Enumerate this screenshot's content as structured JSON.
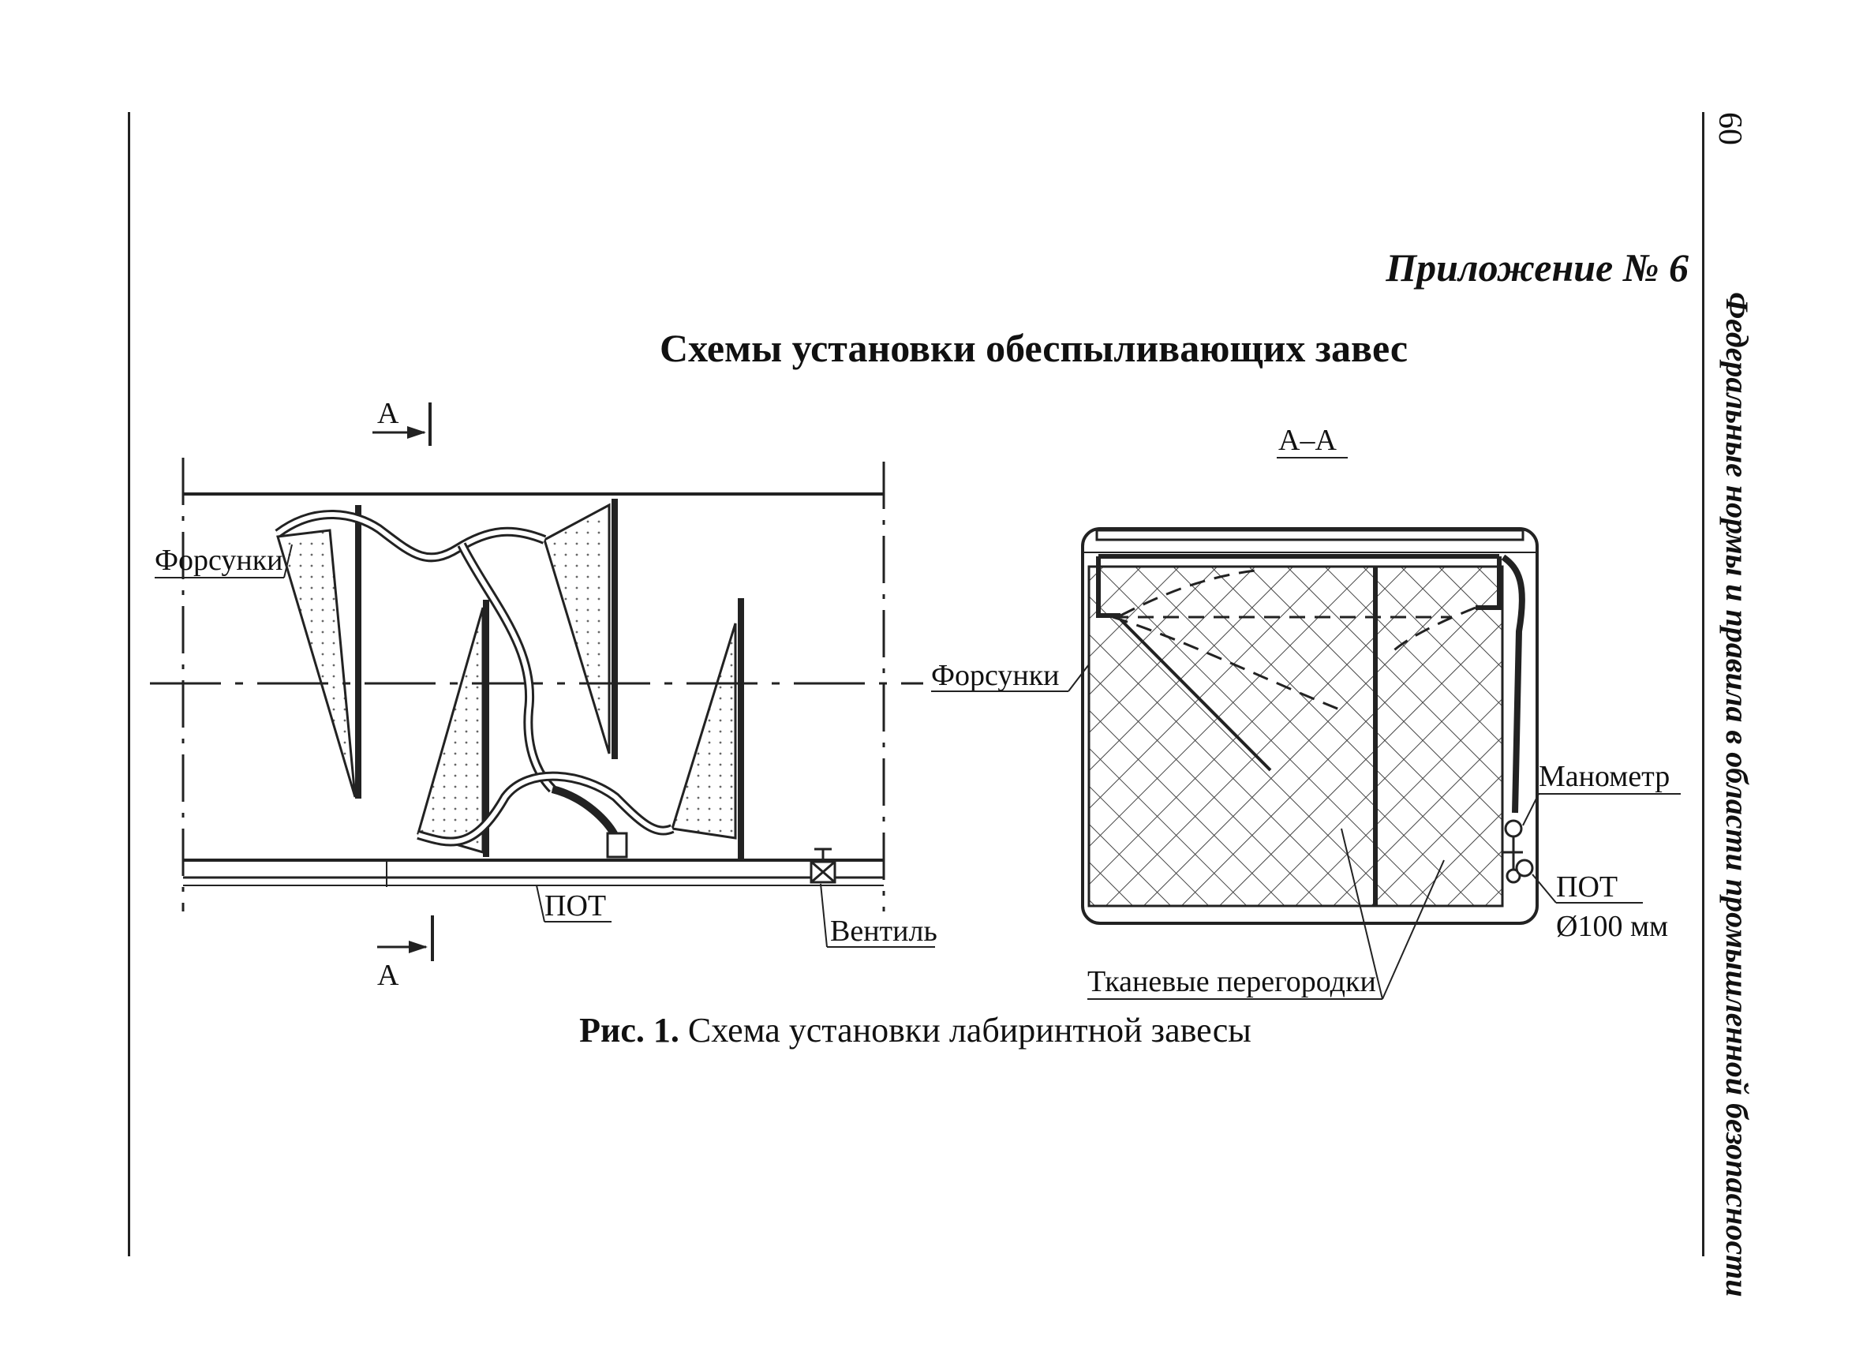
{
  "page": {
    "page_number": "60",
    "side_title": "Федеральные нормы и правила в области промышленной безопасности",
    "appendix": "Приложение № 6",
    "heading": "Схемы установки обеспыливающих завес"
  },
  "figure": {
    "caption_number": "Рис. 1.",
    "caption_text": " Схема установки лабиринтной завесы",
    "plan": {
      "section_mark_top": "А",
      "section_mark_bottom": "А",
      "nozzles_label": "Форсунки",
      "pipe_label": "ПОТ",
      "valve_label": "Вентиль"
    },
    "section": {
      "title": "А–А",
      "nozzles_label": "Форсунки",
      "gauge_label": "Манометр",
      "pipe_label": "ПОТ",
      "pipe_diameter": "Ø100 мм",
      "partitions_label": "Тканевые перегородки"
    }
  }
}
